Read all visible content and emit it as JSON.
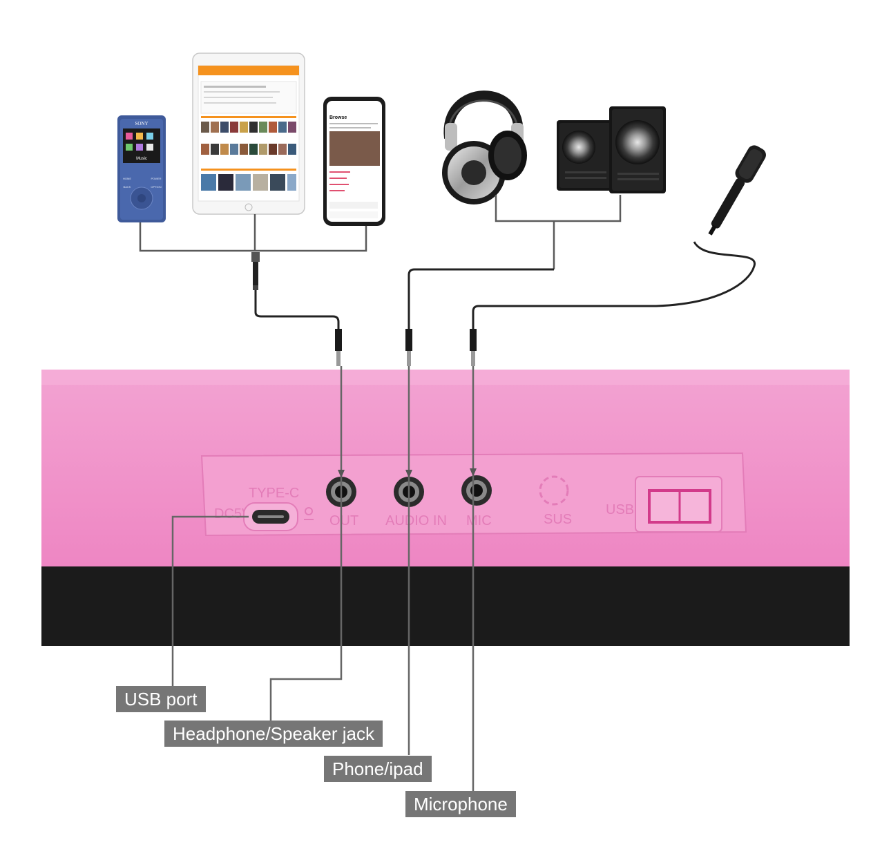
{
  "devices": {
    "mp3_player": {
      "icon": "mp3-player-icon",
      "brand": "SONY",
      "screen_label": "Music",
      "buttons": [
        "HOME",
        "POWER",
        "BACK",
        "OPTION"
      ]
    },
    "tablet": {
      "icon": "tablet-icon"
    },
    "phone": {
      "icon": "smartphone-icon",
      "header": "Browse"
    },
    "headphones": {
      "icon": "headphones-icon"
    },
    "speakers": {
      "icon": "speakers-icon"
    },
    "microphone": {
      "icon": "microphone-icon"
    }
  },
  "panel": {
    "color": "#f08fc8",
    "recess_color": "#f39bcd",
    "base_color": "#1b1b1b",
    "labels": {
      "dc5v": "DC5V",
      "type_c": "TYPE-C",
      "out": "OUT",
      "audio_in": "AUDIO IN",
      "mic": "MIC",
      "sus": "SUS",
      "usb": "USB"
    }
  },
  "callouts": {
    "usb_port": "USB port",
    "headphone_speaker_jack": "Headphone/Speaker jack",
    "phone_ipad": "Phone/ipad",
    "microphone": "Microphone"
  },
  "colors": {
    "callout_bg": "#767676",
    "callout_text": "#ffffff",
    "wire": "#555555"
  }
}
